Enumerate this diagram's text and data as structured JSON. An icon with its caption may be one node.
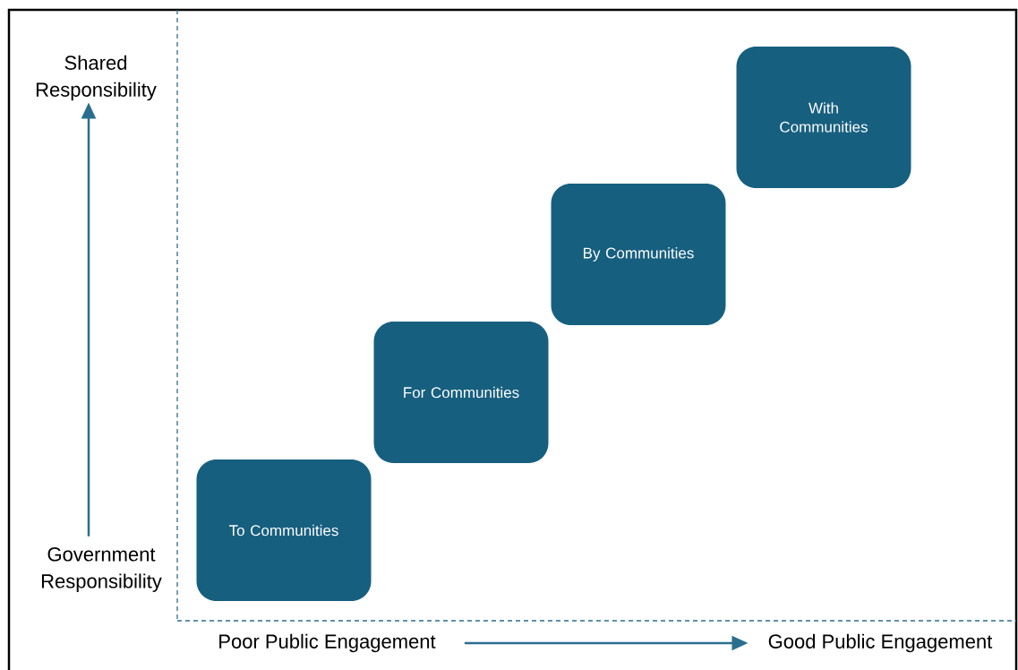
{
  "diagram": {
    "nodes": [
      {
        "text": [
          "Shared Responsibility"
        ]
      },
      {
        "text": [
          "With Communities"
        ]
      },
      {
        "text": [
          "By Communities"
        ]
      },
      {
        "text": [
          "For Communities"
        ]
      },
      {
        "text": [
          "To Communities"
        ]
      },
      {
        "text": [
          "Government Responsibility"
        ]
      },
      {
        "text": [
          "Poor Public Engagement"
        ]
      },
      {
        "text": [
          "Good Public Engagement"
        ]
      }
    ],
    "edges": [
      {
        "from": 5,
        "to": 0,
        "arrow": "to"
      },
      {
        "from": 6,
        "to": 7,
        "arrow": "to"
      }
    ]
  }
}
